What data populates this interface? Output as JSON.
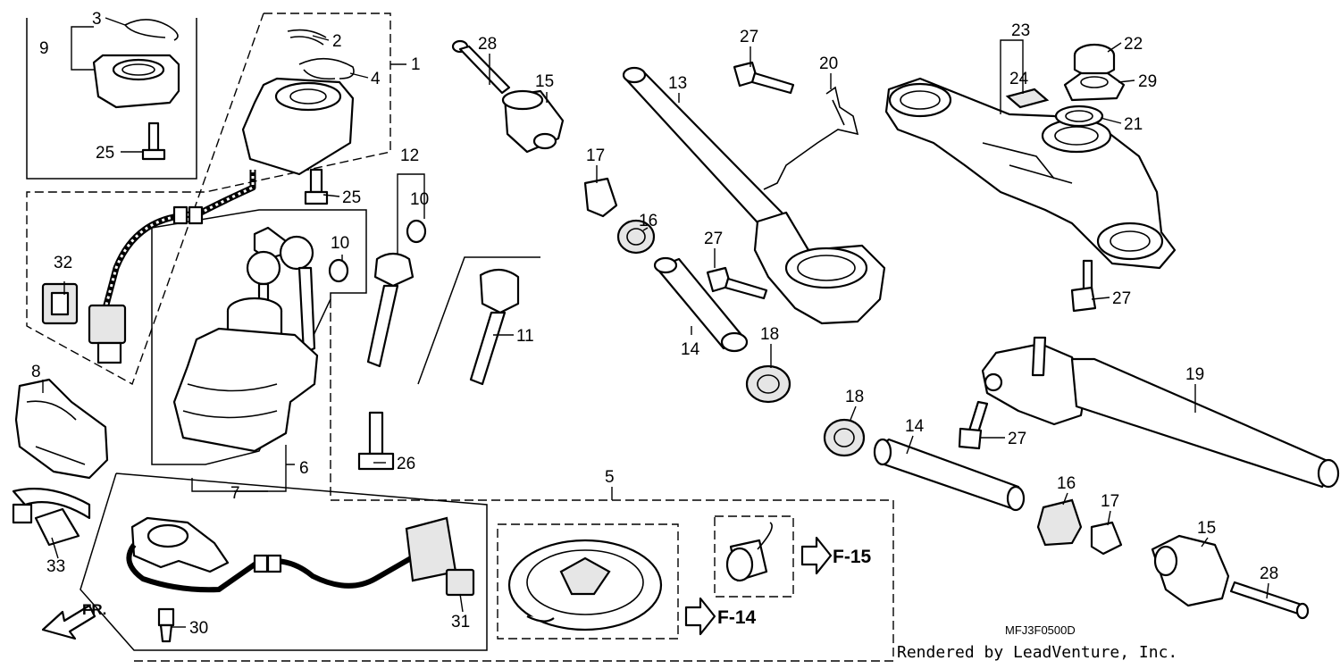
{
  "diagram": {
    "code": "MFJ3F0500D",
    "credit": "Rendered by LeadVenture, Inc.",
    "direction_label": "FR.",
    "refs": {
      "f14": "F-14",
      "f15": "F-15"
    },
    "callouts": {
      "c1": "1",
      "c2": "2",
      "c3": "3",
      "c4": "4",
      "c5": "5",
      "c6": "6",
      "c7": "7",
      "c8": "8",
      "c9": "9",
      "c10a": "10",
      "c10b": "10",
      "c11": "11",
      "c12": "12",
      "c13": "13",
      "c14a": "14",
      "c14b": "14",
      "c15a": "15",
      "c15b": "15",
      "c16a": "16",
      "c16b": "16",
      "c17a": "17",
      "c17b": "17",
      "c18a": "18",
      "c18b": "18",
      "c19": "19",
      "c20": "20",
      "c21": "21",
      "c22": "22",
      "c23": "23",
      "c24": "24",
      "c25a": "25",
      "c25b": "25",
      "c26": "26",
      "c27a": "27",
      "c27b": "27",
      "c27c": "27",
      "c27d": "27",
      "c28a": "28",
      "c28b": "28",
      "c29": "29",
      "c30": "30",
      "c31": "31",
      "c32": "32",
      "c33": "33"
    }
  }
}
